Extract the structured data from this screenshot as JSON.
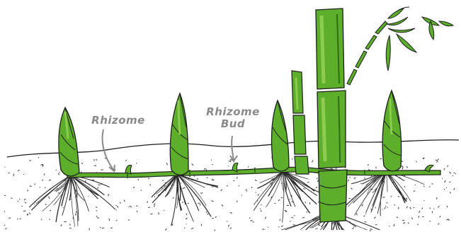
{
  "labels": {
    "rhizome": "Rhizome",
    "rhizome_bud_line1": "Rhizome",
    "rhizome_bud_line2": "Bud"
  },
  "colors": {
    "plant_green": "#5cae2b",
    "plant_dark": "#2f6e14",
    "shoot_light": "#8ccc4e",
    "outline": "#1e1e1e",
    "soil_speckle": "#3a3a3a",
    "label_gray": "#8a8a8a",
    "root": "#2a2a2a"
  },
  "icons": [
    "bamboo-shoot-icon",
    "bamboo-culm-icon",
    "root-cluster-icon",
    "arrow-icon"
  ]
}
